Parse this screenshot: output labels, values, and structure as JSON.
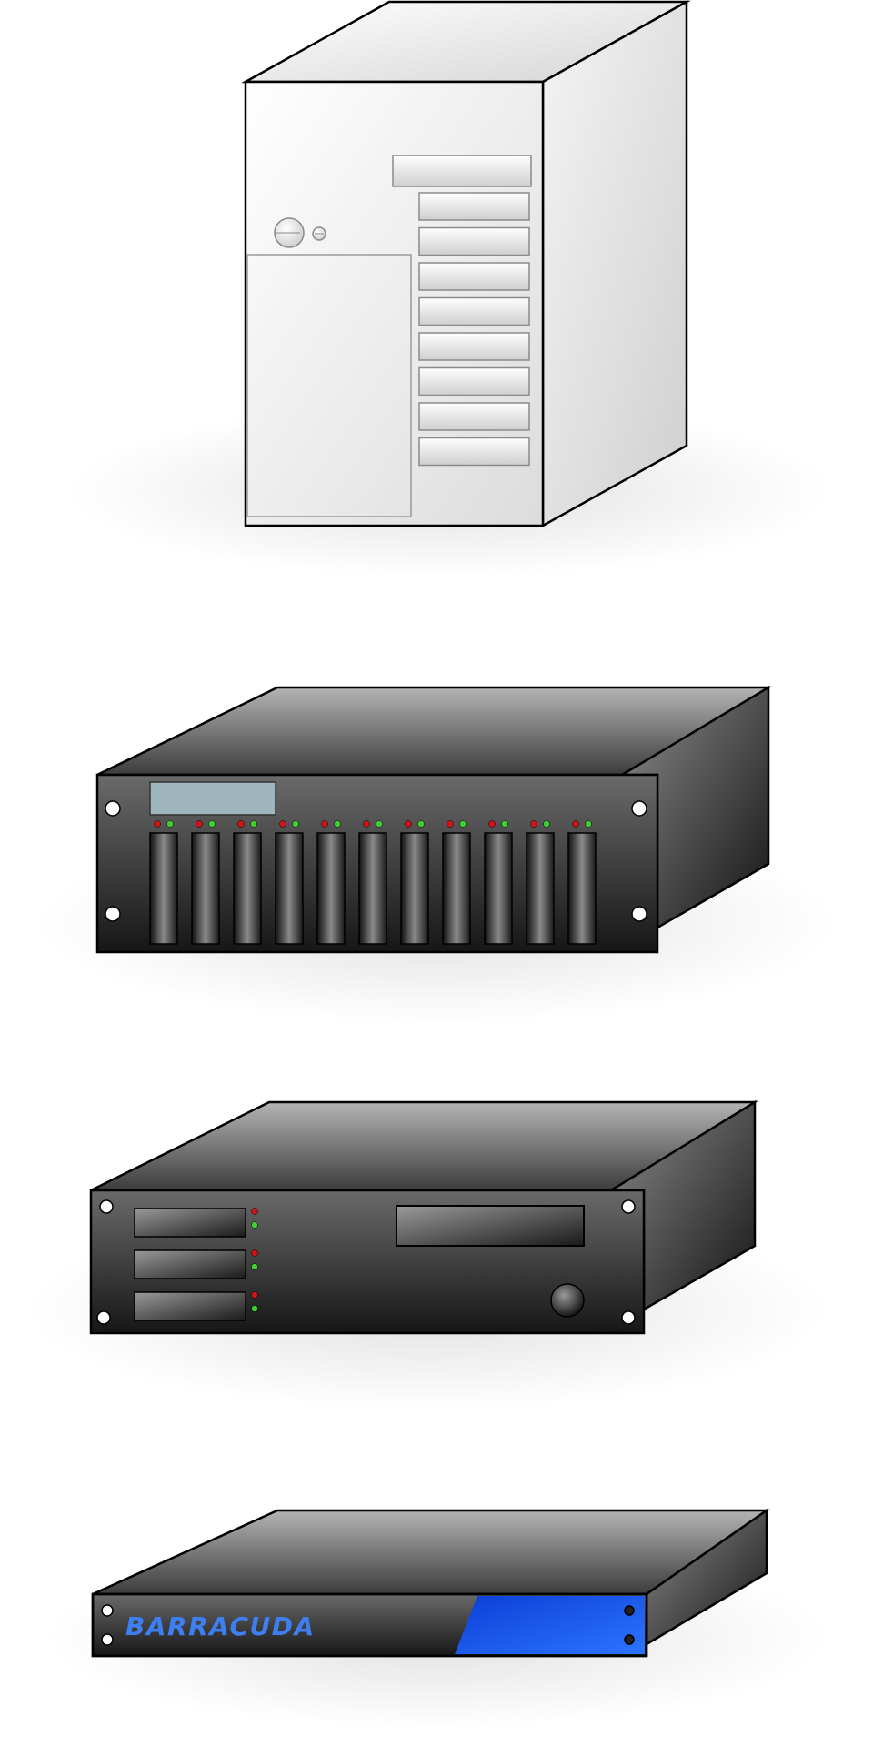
{
  "colors": {
    "tower_light": "#f2f2f2",
    "tower_mid": "#d6d6d6",
    "rack_dark": "#141414",
    "rack_light": "#8a8a8a",
    "lcd": "#9fb6bf",
    "led_red": "#d0131a",
    "led_green": "#3fcf2e",
    "brand_blue": "#1a56e8",
    "brand_text": "#3d7ef0"
  },
  "devices": {
    "tower": {
      "name": "tower-server",
      "drive_bays": 8,
      "wide_bays": 1
    },
    "rack_4u": {
      "name": "rack-server-4u",
      "drive_bays": 11
    },
    "rack_2u": {
      "name": "rack-server-2u",
      "drive_slots": 3
    },
    "rack_1u": {
      "name": "barracuda-appliance",
      "brand_label": "BARRACUDA"
    }
  }
}
